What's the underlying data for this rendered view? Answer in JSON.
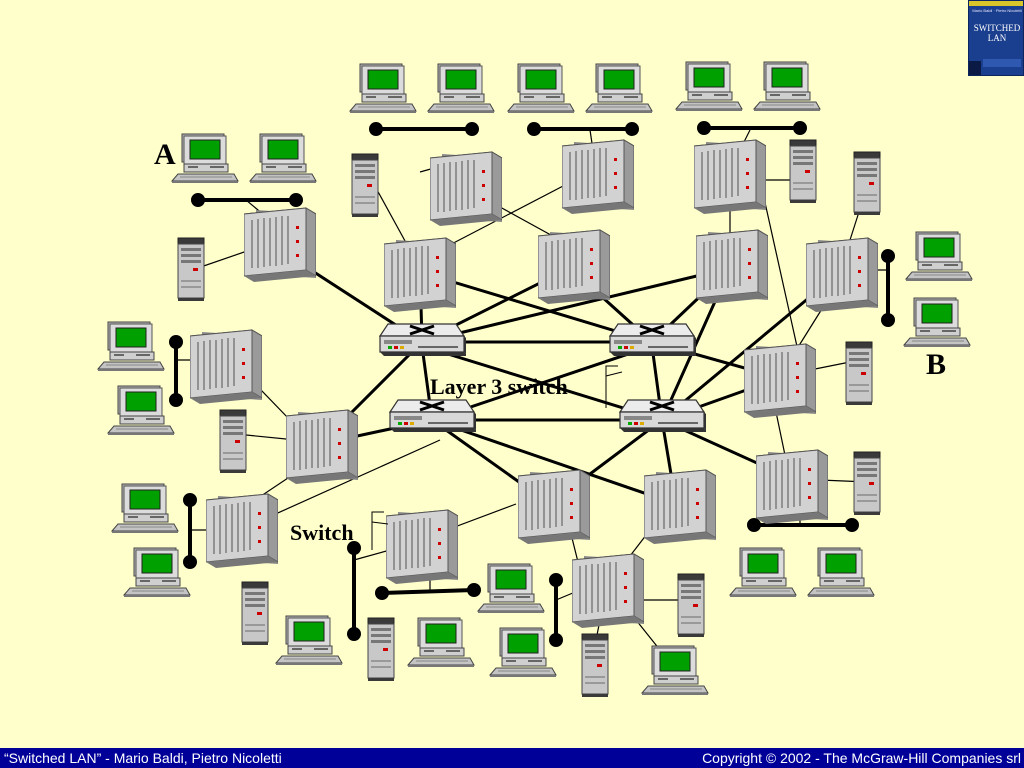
{
  "labels": {
    "a": "A",
    "b": "B",
    "layer3": "Layer 3 switch",
    "switch": "Switch"
  },
  "book": {
    "title": "SWITCHED LAN",
    "authors": "Mario Baldi · Pietro Nicoletti"
  },
  "footer": {
    "left": "“Switched LAN” - Mario Baldi, Pietro Nicoletti",
    "right": "Copyright © 2002 - The McGraw-Hill Companies srl"
  },
  "colors": {
    "background": "#ffffcc",
    "footer_bar": "#000099",
    "screen": "#00a000",
    "chassis": "#c8c8c8",
    "link": "#000000"
  },
  "icons": [
    "workstation-icon",
    "server-tower-icon",
    "switch-chassis-icon",
    "layer3-switch-icon",
    "bus-segment"
  ]
}
